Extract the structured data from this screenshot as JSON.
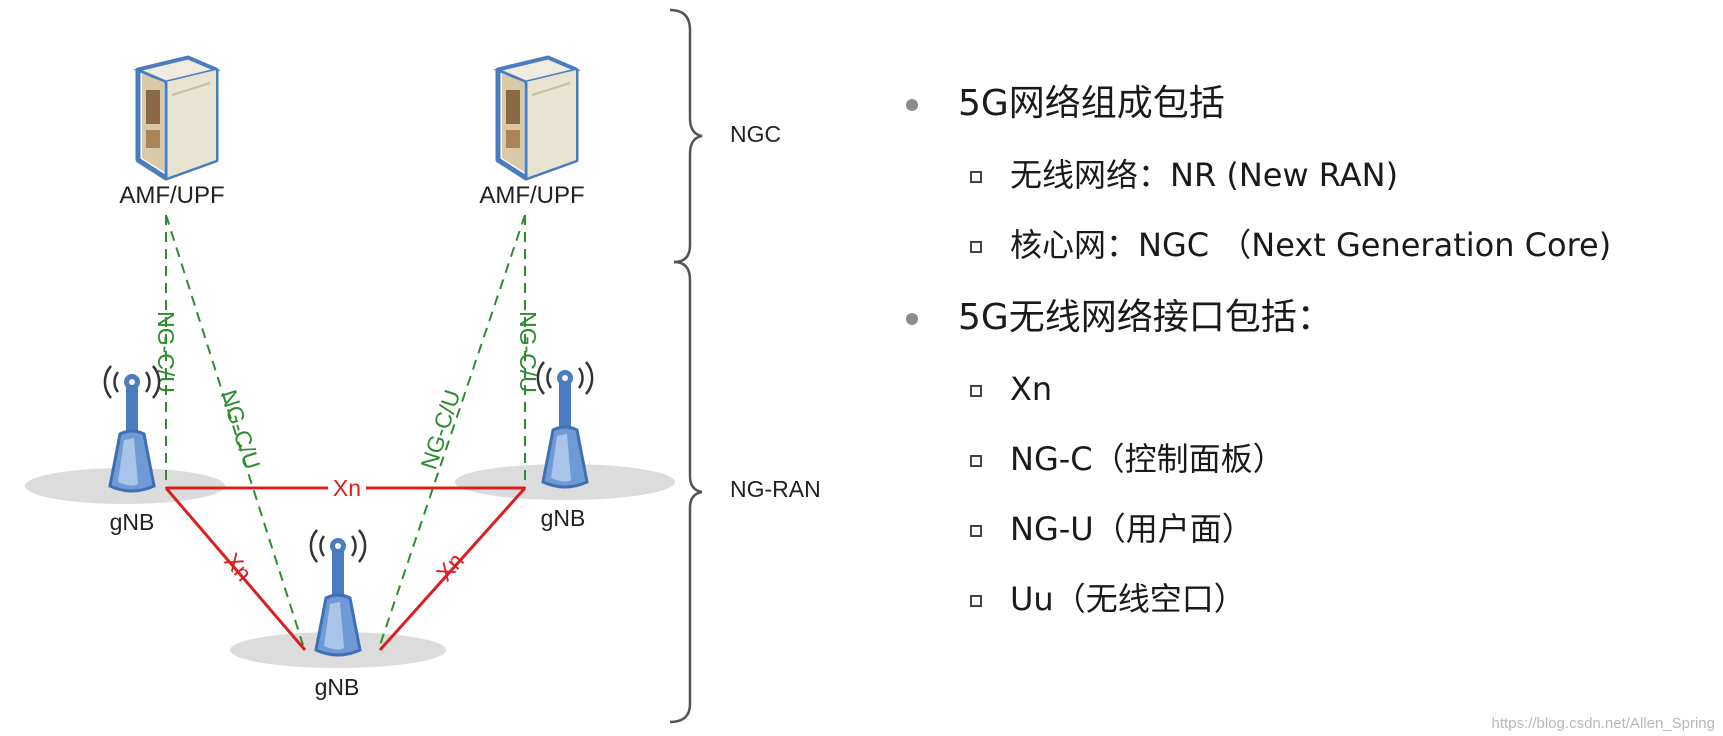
{
  "diagram": {
    "amf_left": "AMF/UPF",
    "amf_right": "AMF/UPF",
    "gnb_left": "gNB",
    "gnb_right": "gNB",
    "gnb_bottom": "gNB",
    "ngc_label": "NGC",
    "ngran_label": "NG-RAN",
    "link_ng_1": "NG-C/U",
    "link_ng_2": "NG-C/U",
    "link_ng_3": "NG-C/U",
    "link_ng_4": "NG-C/U",
    "link_xn_top": "Xn",
    "link_xn_left": "Xn",
    "link_xn_right": "Xn",
    "colors": {
      "ng_link": "#2e8b2e",
      "xn_link": "#d92020",
      "server": "#4a7cc0",
      "gnb": "#4a7cc0"
    }
  },
  "bullets": {
    "section1_title": "5G网络组成包括",
    "section1_item1": "无线网络：NR (New RAN)",
    "section1_item2": "核心网：NGC （Next Generation Core)",
    "section2_title": "5G无线网络接口包括：",
    "section2_item1": "Xn",
    "section2_item2": "NG-C（控制面板）",
    "section2_item3": "NG-U（用户面）",
    "section2_item4": "Uu（无线空口）"
  },
  "watermark": "https://blog.csdn.net/Allen_Spring"
}
